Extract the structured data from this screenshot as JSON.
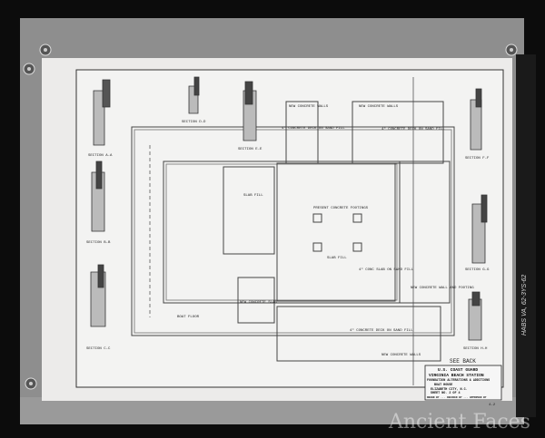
{
  "photo": {
    "side_id": "HABS VA, 62-3YS-62",
    "watermark": "Ancient Faces"
  },
  "drawing": {
    "title_block": {
      "lines": [
        "U.S. COAST GUARD",
        "VIRGINIA BEACH STATION",
        "FOUNDATION ALTERATIONS & ADDITIONS",
        "BOAT HOUSE",
        "ELIZABETH CITY, N.C.",
        "SHEET NO. 2 OF 4",
        "DRAWN BY ... CHECKED BY ... APPROVED BY"
      ]
    },
    "sheet_note": "4-2",
    "back_note": "SEE BACK",
    "labels": {
      "new_walls_top_left": "NEW CONCRETE WALLS",
      "new_walls_top_right": "NEW CONCRETE WALLS",
      "deck_left": "4\" CONCRETE DECK ON SAND FILL",
      "deck_right": "4\" CONCRETE DECK ON SAND FILL",
      "slab_main": "SLAB FILL",
      "slab_left": "SLAB FILL",
      "footings": "PRESENT CONCRETE FOOTINGS",
      "deck_bottom": "4\" CONCRETE DECK ON SAND FILL",
      "new_walls_bottom": "NEW CONCRETE WALLS",
      "new_walls_footing": "NEW CONCRETE WALL AND FOOTING",
      "concrete_note": "4\" CONC SLAB ON SAND FILL",
      "lower_room": "NEW CONCRETE SLAB",
      "left_room": "BOAT FLOOR",
      "section_labels": [
        "SECTION A-A",
        "SECTION B-B",
        "SECTION C-C",
        "SECTION D-D",
        "SECTION E-E",
        "SECTION F-F",
        "SECTION G-G",
        "SECTION H-H"
      ]
    }
  }
}
